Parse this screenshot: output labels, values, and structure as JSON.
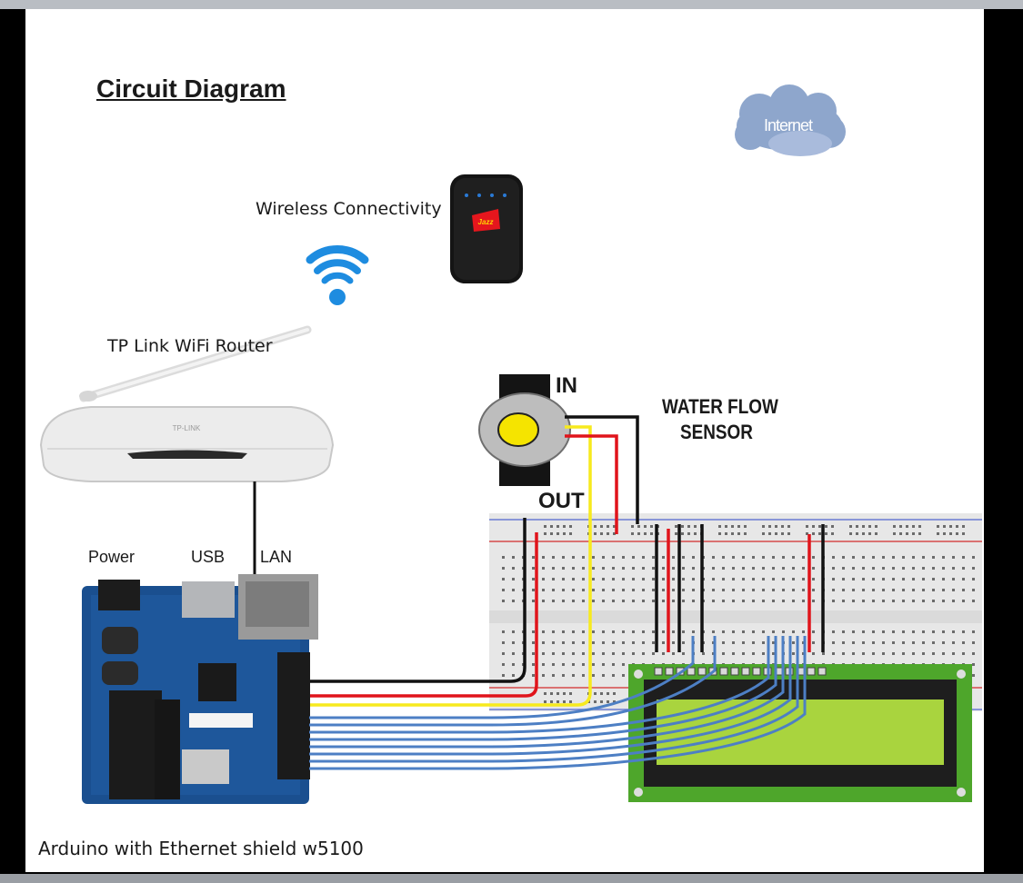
{
  "title": "Circuit Diagram",
  "labels": {
    "internet": "Internet",
    "wireless": "Wireless Connectivity",
    "router": "TP Link WiFi Router",
    "router_brand": "TP-LINK",
    "modem_brand": "Jazz",
    "sensor_in": "IN",
    "sensor_out": "OUT",
    "sensor_name_line1": "WATER FLOW",
    "sensor_name_line2": "SENSOR",
    "power": "Power",
    "usb": "USB",
    "lan": "LAN",
    "arduino": "Arduino with Ethernet shield w5100"
  },
  "colors": {
    "wire_black": "#111111",
    "wire_red": "#e0141b",
    "wire_yellow": "#f7ea1e",
    "wire_blue": "#4d7fc4",
    "wifi_blue": "#1e8ce0",
    "cloud": "#8ea6cc",
    "lcd_board": "#4ea62b",
    "lcd_screen": "#a9d43e",
    "arduino_blue": "#1a4f8f",
    "breadboard": "#e7e7e7"
  }
}
